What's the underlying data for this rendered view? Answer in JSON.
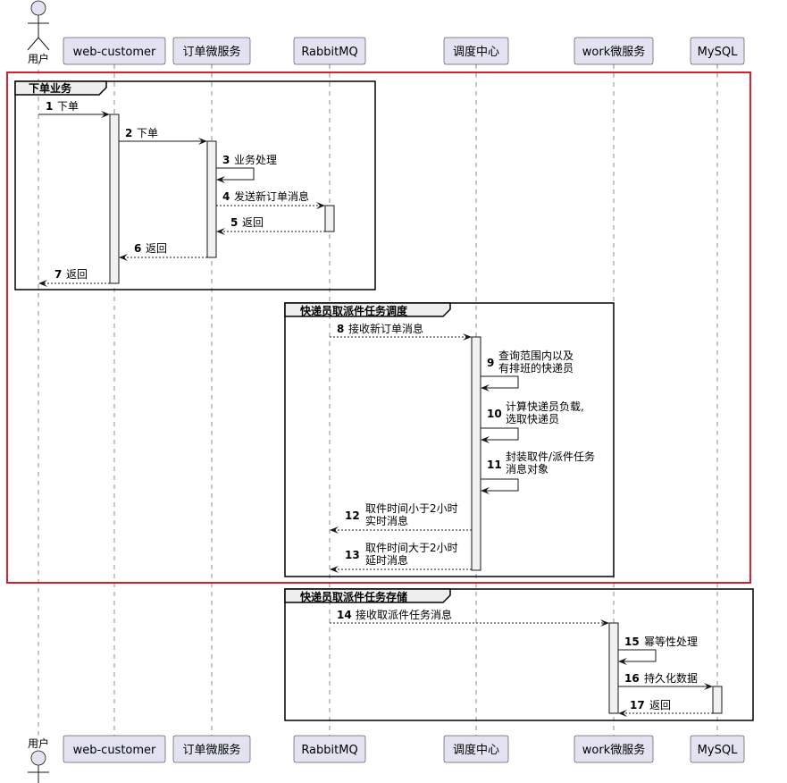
{
  "actor": {
    "label": "用户"
  },
  "participants": [
    {
      "id": "web",
      "label": "web-customer"
    },
    {
      "id": "order",
      "label": "订单微服务"
    },
    {
      "id": "mq",
      "label": "RabbitMQ"
    },
    {
      "id": "dispatch",
      "label": "调度中心"
    },
    {
      "id": "work",
      "label": "work微服务"
    },
    {
      "id": "mysql",
      "label": "MySQL"
    }
  ],
  "groups": [
    {
      "id": "g1",
      "label": "下单业务"
    },
    {
      "id": "g2",
      "label": "快递员取派件任务调度"
    },
    {
      "id": "g3",
      "label": "快递员取派件任务存储"
    }
  ],
  "highlight": {
    "color": "#d32030"
  },
  "messages": [
    {
      "num": "1",
      "lines": [
        "下单"
      ]
    },
    {
      "num": "2",
      "lines": [
        "下单"
      ]
    },
    {
      "num": "3",
      "lines": [
        "业务处理"
      ]
    },
    {
      "num": "4",
      "lines": [
        "发送新订单消息"
      ]
    },
    {
      "num": "5",
      "lines": [
        "返回"
      ]
    },
    {
      "num": "6",
      "lines": [
        "返回"
      ]
    },
    {
      "num": "7",
      "lines": [
        "返回"
      ]
    },
    {
      "num": "8",
      "lines": [
        "接收新订单消息"
      ]
    },
    {
      "num": "9",
      "lines": [
        "查询范围内以及",
        "有排班的快递员"
      ]
    },
    {
      "num": "10",
      "lines": [
        "计算快递员负载,",
        "选取快递员"
      ]
    },
    {
      "num": "11",
      "lines": [
        "封装取件/派件任务",
        "消息对象"
      ]
    },
    {
      "num": "12",
      "lines": [
        "取件时间小于2小时",
        "实时消息"
      ]
    },
    {
      "num": "13",
      "lines": [
        "取件时间大于2小时",
        "延时消息"
      ]
    },
    {
      "num": "14",
      "lines": [
        "接收取派件任务消息"
      ]
    },
    {
      "num": "15",
      "lines": [
        "幂等性处理"
      ]
    },
    {
      "num": "16",
      "lines": [
        "持久化数据"
      ]
    },
    {
      "num": "17",
      "lines": [
        "返回"
      ]
    }
  ]
}
